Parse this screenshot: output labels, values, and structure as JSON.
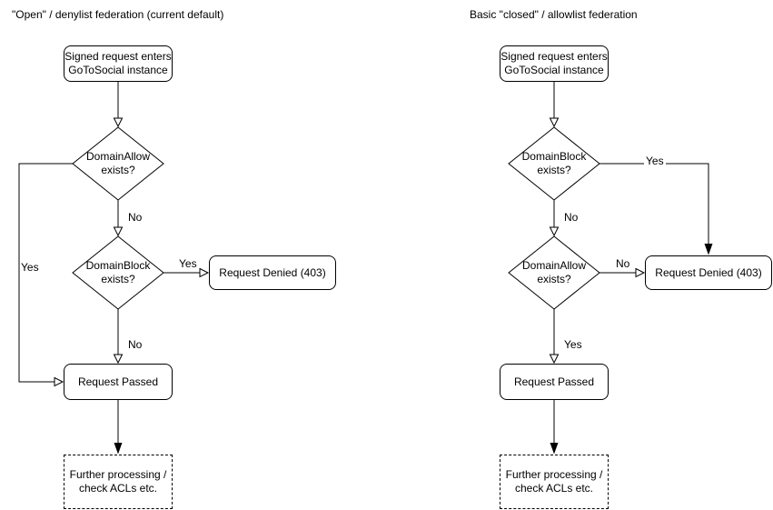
{
  "left": {
    "title": "\"Open\" / denylist federation (current default)",
    "start": "Signed request enters\nGoToSocial instance",
    "decision1": "DomainAllow\nexists?",
    "decision1_yes": "Yes",
    "decision1_no": "No",
    "decision2": "DomainBlock\nexists?",
    "decision2_yes": "Yes",
    "decision2_no": "No",
    "denied": "Request Denied (403)",
    "passed": "Request Passed",
    "further": "Further processing /\ncheck ACLs etc."
  },
  "right": {
    "title": "Basic \"closed\" / allowlist federation",
    "start": "Signed request enters\nGoToSocial instance",
    "decision1": "DomainBlock\nexists?",
    "decision1_yes": "Yes",
    "decision1_no": "No",
    "decision2": "DomainAllow\nexists?",
    "decision2_yes": "Yes",
    "decision2_no": "No",
    "denied": "Request Denied (403)",
    "passed": "Request Passed",
    "further": "Further processing /\ncheck ACLs etc."
  },
  "colors": {
    "stroke": "#000000",
    "node_fill": "#ffffff",
    "text": "#000000",
    "background": "#ffffff"
  }
}
